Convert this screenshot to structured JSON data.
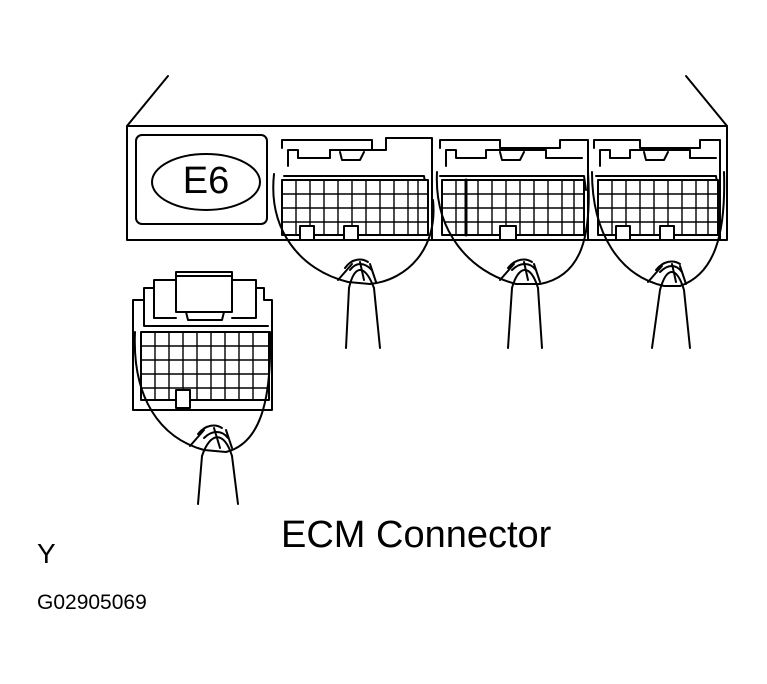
{
  "diagram": {
    "connector_code": "E6",
    "caption": "ECM Connector",
    "letter": "Y",
    "figure_code": "G02905069"
  },
  "colors": {
    "line": "#000000",
    "background": "#ffffff"
  }
}
